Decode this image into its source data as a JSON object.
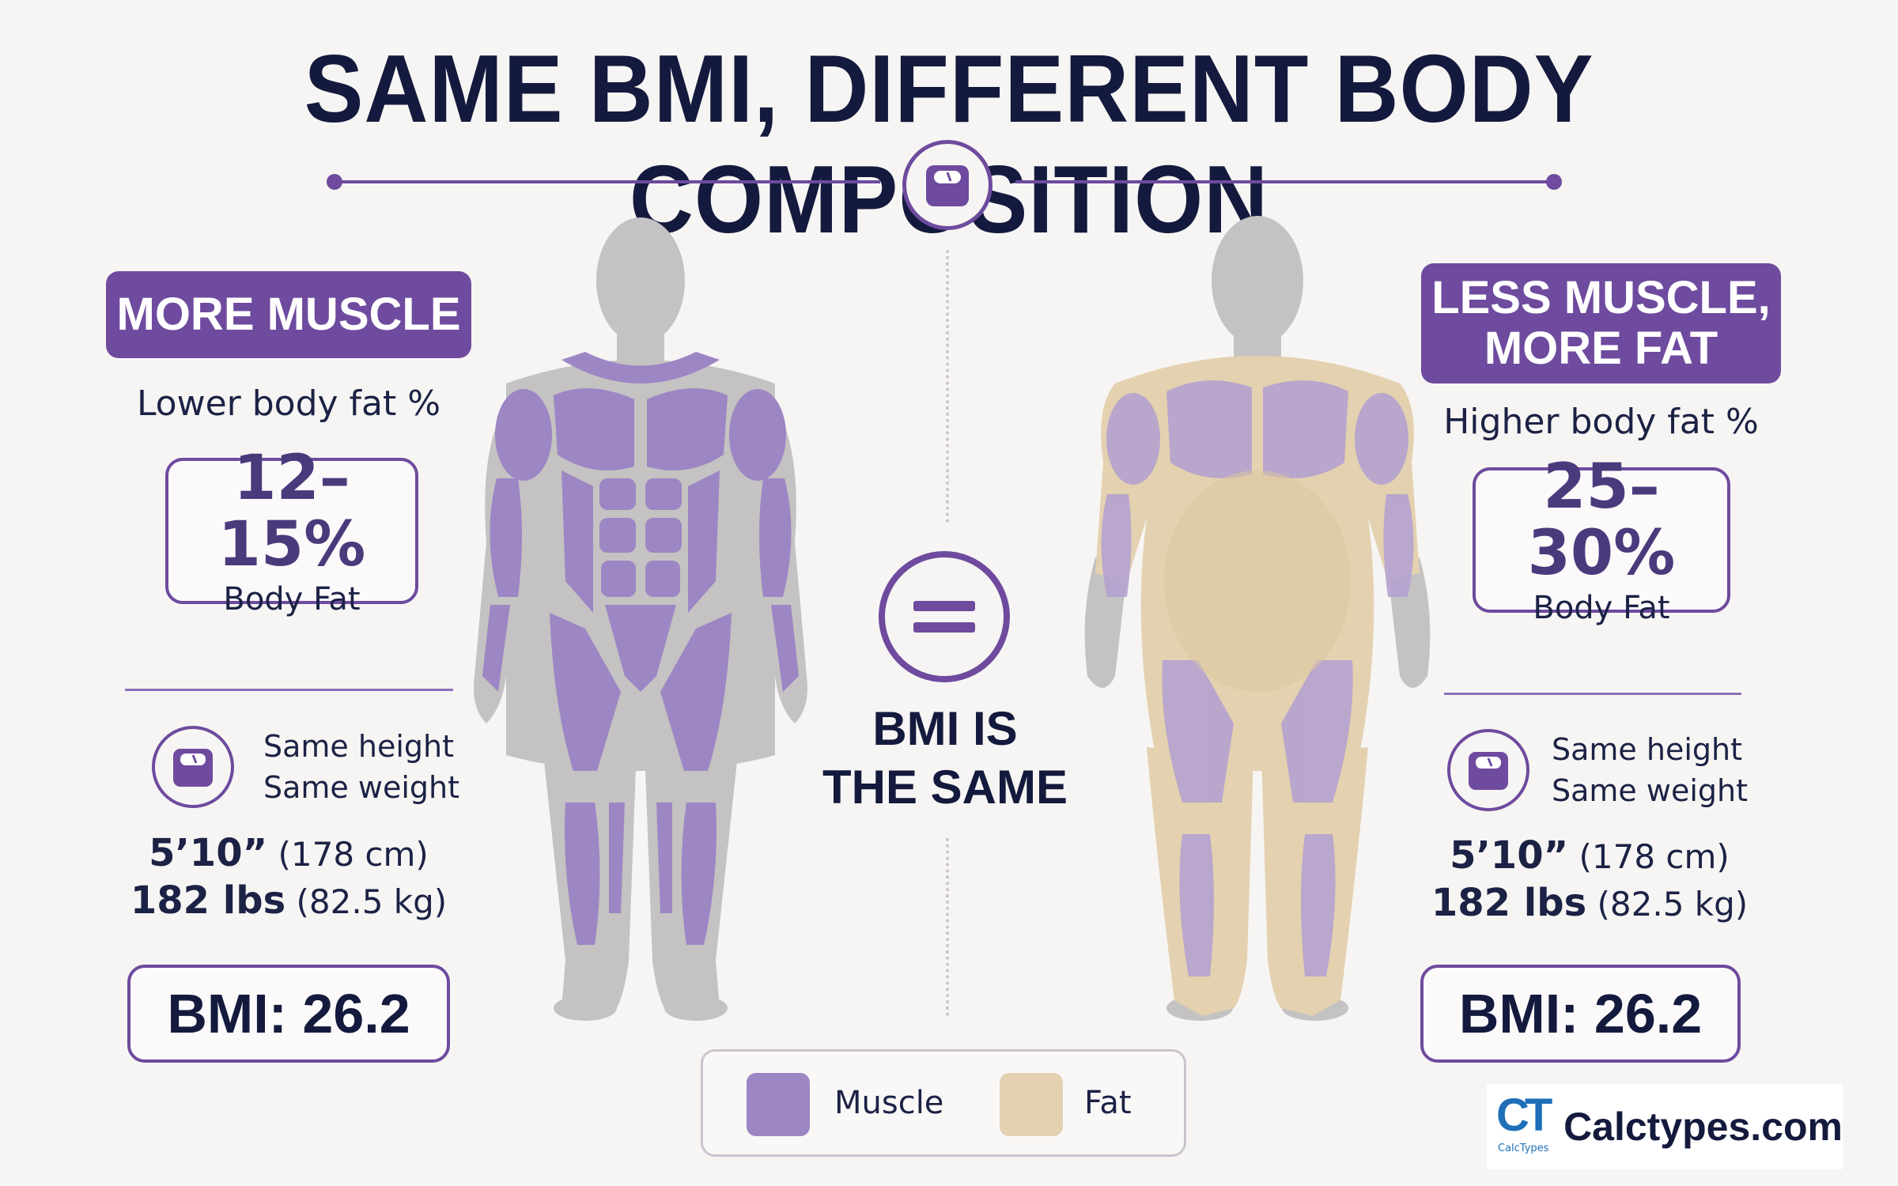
{
  "title": "SAME BMI, DIFFERENT BODY COMPOSITION",
  "colors": {
    "accent": "#6e4b9e",
    "muscle": "#9d86c4",
    "fat": "#e3d1b0",
    "body": "#c4c2c2",
    "text": "#141a3d"
  },
  "left": {
    "heading": [
      "MORE MUSCLE"
    ],
    "subtitle": "Lower body fat %",
    "fat_value": "12–15%",
    "fat_label": "Body Fat",
    "same_height": "Same height",
    "same_weight": "Same weight",
    "height_imperial": "5’10”",
    "height_metric": "(178 cm)",
    "weight_imperial": "182 lbs",
    "weight_metric": "(82.5 kg)",
    "bmi": "BMI: 26.2"
  },
  "right": {
    "heading": [
      "LESS MUSCLE,",
      "MORE FAT"
    ],
    "subtitle": "Higher body fat %",
    "fat_value": "25–30%",
    "fat_label": "Body Fat",
    "same_height": "Same height",
    "same_weight": "Same weight",
    "height_imperial": "5’10”",
    "height_metric": "(178 cm)",
    "weight_imperial": "182 lbs",
    "weight_metric": "(82.5 kg)",
    "bmi": "BMI: 26.2"
  },
  "center": {
    "line1": "BMI IS",
    "line2": "THE SAME"
  },
  "legend": {
    "muscle": "Muscle",
    "fat": "Fat"
  },
  "brand": {
    "logo_letters": "CT",
    "logo_small": "CalcTypes",
    "name": "Calctypes.com"
  }
}
